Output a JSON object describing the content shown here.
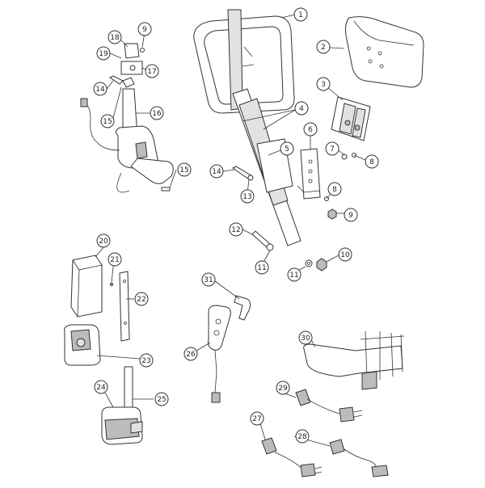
{
  "callouts": [
    {
      "id": "1",
      "label": "1"
    },
    {
      "id": "2",
      "label": "2"
    },
    {
      "id": "3",
      "label": "3"
    },
    {
      "id": "4",
      "label": "4"
    },
    {
      "id": "5",
      "label": "5"
    },
    {
      "id": "6",
      "label": "6"
    },
    {
      "id": "7",
      "label": "7"
    },
    {
      "id": "8a",
      "label": "8"
    },
    {
      "id": "8b",
      "label": "8"
    },
    {
      "id": "9a",
      "label": "9"
    },
    {
      "id": "9b",
      "label": "9"
    },
    {
      "id": "10",
      "label": "10"
    },
    {
      "id": "11a",
      "label": "11"
    },
    {
      "id": "11b",
      "label": "11"
    },
    {
      "id": "12",
      "label": "12"
    },
    {
      "id": "13",
      "label": "13"
    },
    {
      "id": "14a",
      "label": "14"
    },
    {
      "id": "14b",
      "label": "14"
    },
    {
      "id": "15a",
      "label": "15"
    },
    {
      "id": "15b",
      "label": "15"
    },
    {
      "id": "16",
      "label": "16"
    },
    {
      "id": "17",
      "label": "17"
    },
    {
      "id": "18",
      "label": "18"
    },
    {
      "id": "19",
      "label": "19"
    },
    {
      "id": "20",
      "label": "20"
    },
    {
      "id": "21",
      "label": "21"
    },
    {
      "id": "22",
      "label": "22"
    },
    {
      "id": "23",
      "label": "23"
    },
    {
      "id": "24",
      "label": "24"
    },
    {
      "id": "25",
      "label": "25"
    },
    {
      "id": "26",
      "label": "26"
    },
    {
      "id": "27",
      "label": "27"
    },
    {
      "id": "28",
      "label": "28"
    },
    {
      "id": "29",
      "label": "29"
    },
    {
      "id": "30",
      "label": "30"
    },
    {
      "id": "31",
      "label": "31"
    }
  ]
}
